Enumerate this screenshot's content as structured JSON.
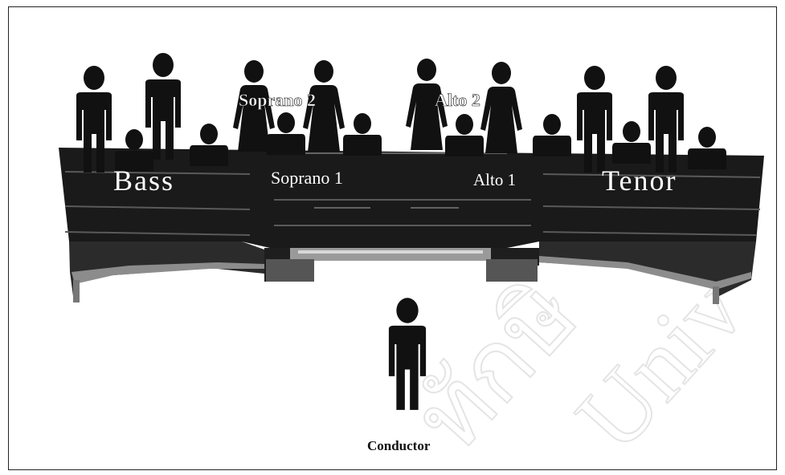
{
  "sections": {
    "bass": "Bass",
    "soprano1": "Soprano 1",
    "soprano2": "Soprano 2",
    "alto1": "Alto 1",
    "alto2": "Alto 2",
    "tenor": "Tenor"
  },
  "conductor": "Conductor",
  "watermark": "Thaksin University",
  "colors": {
    "figure": "#111111",
    "riser_dark": "#1a1a1a",
    "riser_light": "#9a9a9a",
    "label": "#ffffff",
    "conductor_label": "#111111",
    "watermark": "#c8c8c8"
  },
  "icons": [
    "person-icon",
    "riser-icon"
  ]
}
